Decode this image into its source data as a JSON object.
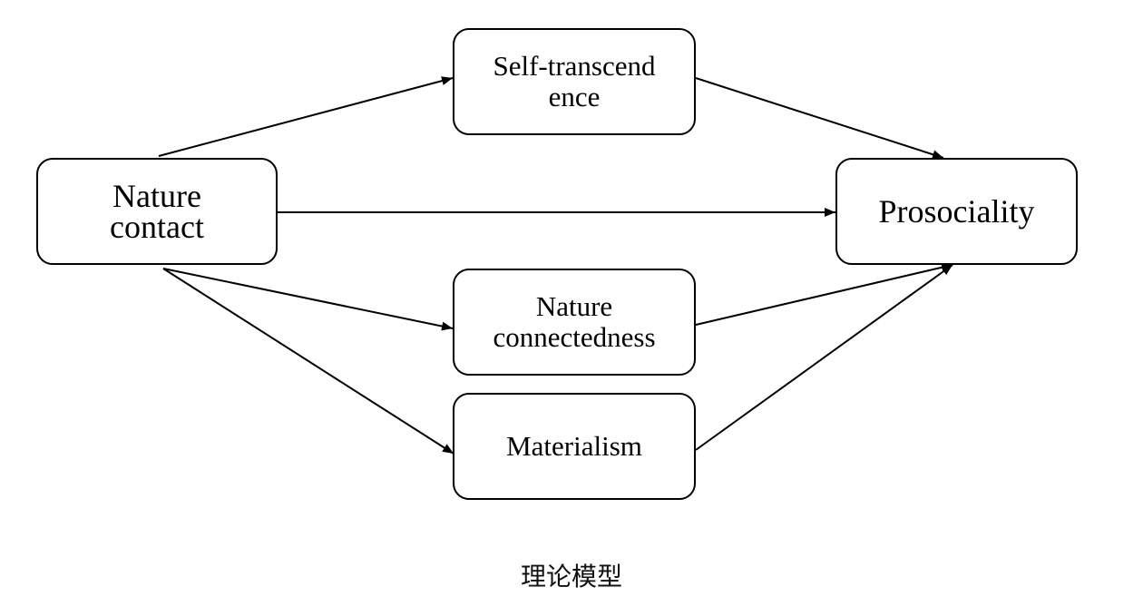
{
  "diagram": {
    "nodes": {
      "nature_contact": {
        "line1": "Nature",
        "line2": "contact"
      },
      "self_transcendence": {
        "line1": "Self-transcend",
        "line2": "ence"
      },
      "prosociality": {
        "label": "Prosociality"
      },
      "nature_connectedness": {
        "line1": "Nature",
        "line2": "connectedness"
      },
      "materialism": {
        "label": "Materialism"
      }
    },
    "edges": [
      {
        "from": "Nature contact",
        "to": "Self-transcendence"
      },
      {
        "from": "Self-transcendence",
        "to": "Prosociality"
      },
      {
        "from": "Nature contact",
        "to": "Prosociality"
      },
      {
        "from": "Nature contact",
        "to": "Nature connectedness"
      },
      {
        "from": "Nature contact",
        "to": "Materialism"
      },
      {
        "from": "Nature connectedness",
        "to": "Prosociality"
      },
      {
        "from": "Materialism",
        "to": "Prosociality"
      }
    ]
  },
  "caption": "理论模型"
}
